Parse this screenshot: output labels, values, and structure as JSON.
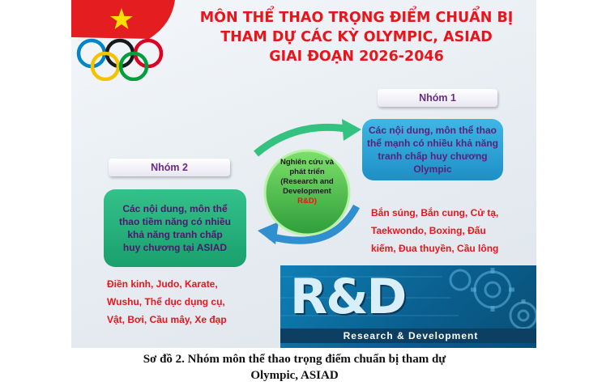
{
  "title": {
    "line1": "MÔN THỂ THAO TRỌNG ĐIỂM CHUẨN BỊ",
    "line2": "THAM DỰ CÁC KỲ OLYMPIC, ASIAD",
    "line3": "GIAI ĐOẠN 2026-2046"
  },
  "center": {
    "line1": "Nghiên cứu và",
    "line2": "phát triển",
    "line3": "(Research and",
    "line4": "Development",
    "line5": "R&D)"
  },
  "group1": {
    "tag": "Nhóm 1",
    "box": [
      "Các nội dung, môn thể thao",
      "thể mạnh có nhiều khả năng",
      "tranh chấp huy chương",
      "Olympic"
    ],
    "sports": [
      "Bắn súng, Bắn cung, Cử tạ,",
      "Taekwondo, Boxing, Đấu",
      "kiếm, Đua thuyền, Cầu lông"
    ]
  },
  "group2": {
    "tag": "Nhóm 2",
    "box": [
      "Các nội dung, môn thể",
      "thao tiềm năng có nhiều",
      "khả năng tranh chấp",
      "huy chương tại ASIAD"
    ],
    "sports": [
      "Điền kinh, Judo, Karate,",
      "Wushu, Thể dục dụng cụ,",
      "Vật, Bơi, Cầu mây, Xe đạp"
    ]
  },
  "rd_banner": {
    "logo": "R&D",
    "band": "Research & Development"
  },
  "caption": {
    "line1": "Sơ đồ 2. Nhóm môn thể thao trọng điểm chuẩn bị tham dự",
    "line2": "Olympic, ASIAD"
  },
  "colors": {
    "accent_red": "#e8151b",
    "purple": "#6a2b8a",
    "blue_box": "#2aa3d8",
    "green_box": "#27b37c",
    "arrow_green": "#33c27f",
    "arrow_blue": "#2f8fcf"
  }
}
